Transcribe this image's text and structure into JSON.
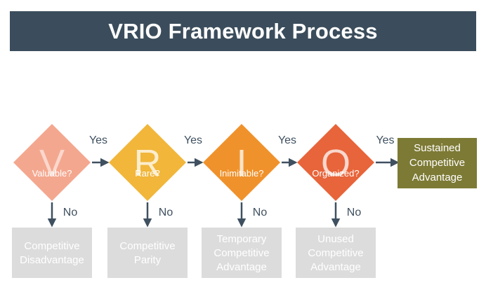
{
  "header": {
    "title": "VRIO Framework Process"
  },
  "colors": {
    "title_bar": "#3B4D5C",
    "arrow": "#3F5060",
    "diamond_v": "#F4A78F",
    "diamond_r": "#F1B63A",
    "diamond_i": "#F0922B",
    "diamond_o": "#E8643A",
    "sustained_box": "#7D7A35",
    "grey_box": "#DCDCDC",
    "grey_text": "#FFFFFF",
    "edge_label": "#3F5060"
  },
  "steps": [
    {
      "letter": "V",
      "question": "Valuable?",
      "yes_label": "Yes",
      "no_label": "No",
      "outcome": [
        "Competitive",
        "Disadvantage"
      ]
    },
    {
      "letter": "R",
      "question": "Rare?",
      "yes_label": "Yes",
      "no_label": "No",
      "outcome": [
        "Competitive",
        "Parity"
      ]
    },
    {
      "letter": "I",
      "question": "Inimitable?",
      "yes_label": "Yes",
      "no_label": "No",
      "outcome": [
        "Temporary",
        "Competitive",
        "Advantage"
      ]
    },
    {
      "letter": "O",
      "question": "Organized?",
      "yes_label": "Yes",
      "no_label": "No",
      "outcome": [
        "Unused",
        "Competitive",
        "Advantage"
      ]
    }
  ],
  "final": {
    "label": [
      "Sustained",
      "Competitive",
      "Advantage"
    ]
  }
}
